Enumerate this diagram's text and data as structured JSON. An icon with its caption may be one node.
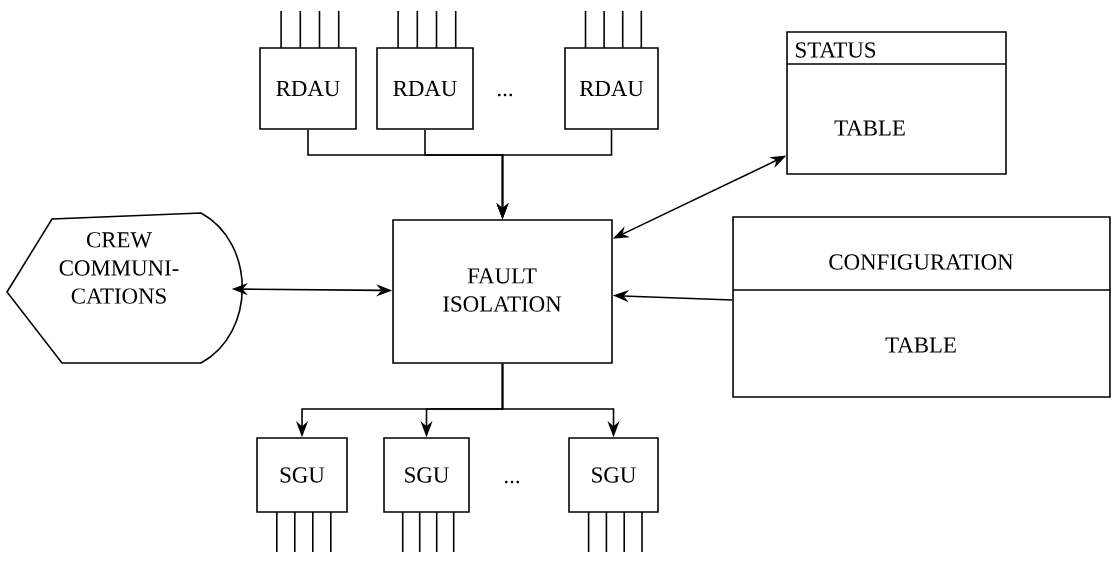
{
  "diagram": {
    "nodes": [
      {
        "text": [
          "RDAU"
        ]
      },
      {
        "text": [
          "RDAU"
        ]
      },
      {
        "text": [
          "RDAU"
        ]
      },
      {
        "text": [
          "STATUS",
          "TABLE"
        ]
      },
      {
        "text": [
          "CREW COMMUNI- CATIONS"
        ]
      },
      {
        "text": [
          "FAULT ISOLATION"
        ]
      },
      {
        "text": [
          "CONFIGURATION",
          "TABLE"
        ]
      },
      {
        "text": [
          "SGU"
        ]
      },
      {
        "text": [
          "SGU"
        ]
      },
      {
        "text": [
          "SGU"
        ]
      }
    ],
    "edges": [
      {
        "from": 0,
        "to": 5,
        "arrow": "to"
      },
      {
        "from": 1,
        "to": 5,
        "arrow": "to"
      },
      {
        "from": 2,
        "to": 5,
        "arrow": "to"
      },
      {
        "from": 3,
        "to": 5,
        "arrow": "both"
      },
      {
        "from": 4,
        "to": 5,
        "arrow": "both"
      },
      {
        "from": 6,
        "to": 5,
        "arrow": "to"
      },
      {
        "from": 5,
        "to": 7,
        "arrow": "to"
      },
      {
        "from": 5,
        "to": 8,
        "arrow": "to"
      },
      {
        "from": 5,
        "to": 9,
        "arrow": "to"
      }
    ],
    "labels": [
      "...",
      "..."
    ]
  }
}
